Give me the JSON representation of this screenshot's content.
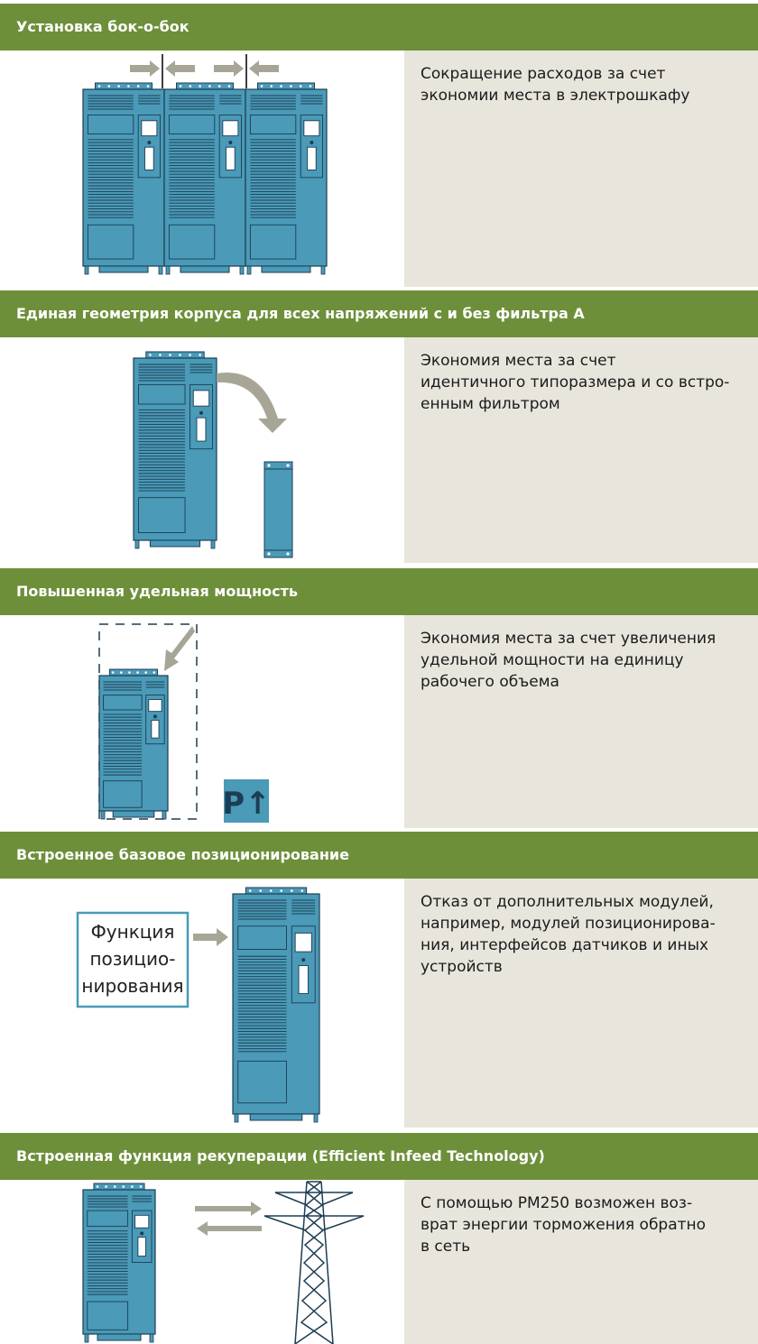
{
  "sections": [
    {
      "title": "Установка бок-о-бок",
      "text": "Сокращение расходов за счет\nэкономии места в электрошкафу"
    },
    {
      "title": "Единая геометрия корпуса для всех напряжений с и без фильтра A",
      "text": "Экономия места за счет\nидентичного типоразмера и со встро-\nенным фильтром"
    },
    {
      "title": "Повышенная удельная мощность",
      "text": "Экономия места за счет увеличения\nудельной мощности на единицу\nрабочего объема",
      "badge": "P↑"
    },
    {
      "title": "Встроенное базовое позиционирование",
      "text": "Отказ от дополнительных модулей,\nнапример, модулей позиционирова-\nния, интерфейсов датчиков и иных\nустройств",
      "box_lines": [
        "Функция",
        "позицио-",
        "нирования"
      ]
    },
    {
      "title": "Встроенная функция рекуперации (Efficient Infeed Technology)",
      "text": "С помощью PM250 возможен воз-\nврат  энергии торможения обратно\nв сеть"
    }
  ],
  "colors": {
    "header_bg": "#6e8f3a",
    "panel_bg": "#e8e5dd",
    "device_fill": "#4a9ab8",
    "device_line": "#1d3d52",
    "arrow": "#a7a696",
    "badge_bg": "#4a9ab8"
  }
}
